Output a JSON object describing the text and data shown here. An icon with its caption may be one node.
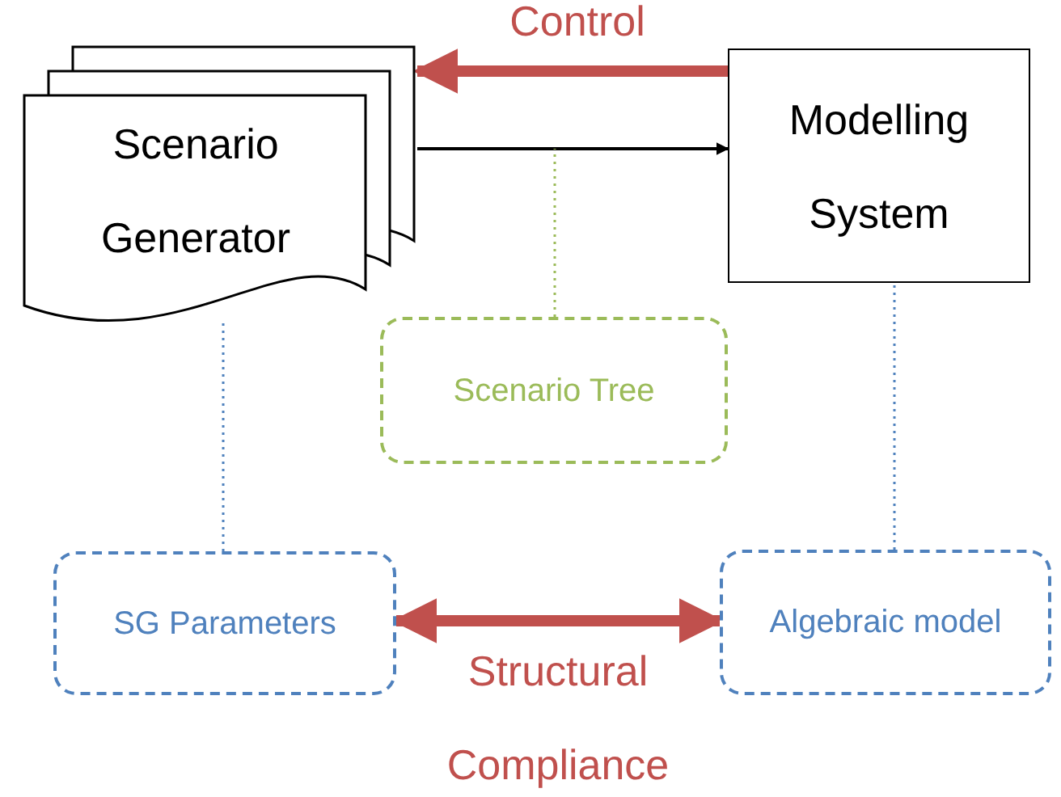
{
  "diagram": {
    "nodes": [
      {
        "text": [
          "Scenario Generator"
        ]
      },
      {
        "text": [
          "Modelling System"
        ]
      },
      {
        "text": [
          "Scenario Tree"
        ]
      },
      {
        "text": [
          "SG Parameters"
        ]
      },
      {
        "text": [
          "Algebraic model"
        ]
      }
    ],
    "edges": [
      {
        "from": 1,
        "to": 0,
        "arrow": "to",
        "label": "Control",
        "style": "thick",
        "color": "#c0504d"
      },
      {
        "from": 0,
        "to": 1,
        "arrow": "to",
        "color": "#000000"
      },
      {
        "from": 2,
        "to": null,
        "arrow": "none",
        "style": "dashed",
        "color": "#9bbb59"
      },
      {
        "from": 3,
        "to": 0,
        "arrow": "none",
        "style": "dashed",
        "color": "#4f81bd"
      },
      {
        "from": 4,
        "to": 1,
        "arrow": "none",
        "style": "dashed",
        "color": "#4f81bd"
      },
      {
        "from": 3,
        "to": 4,
        "arrow": "both",
        "label": "Structural Compliance",
        "style": "thick",
        "color": "#c0504d"
      }
    ]
  }
}
